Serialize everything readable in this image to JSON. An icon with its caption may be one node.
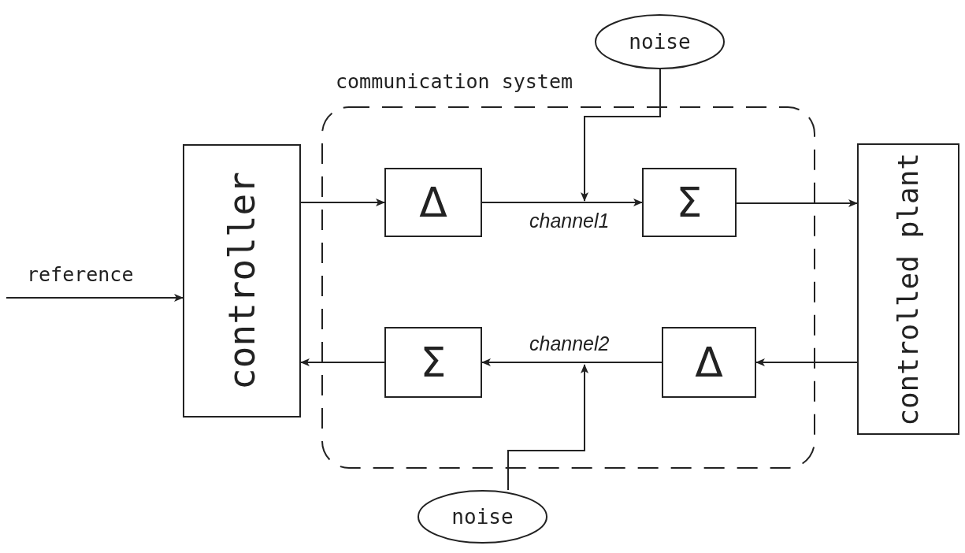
{
  "diagram": {
    "nodes": [
      {
        "text": [
          "communication system"
        ]
      },
      {
        "text": [
          "controller"
        ]
      },
      {
        "text": [
          "Δ"
        ],
        "in": 0
      },
      {
        "text": [
          "Σ"
        ],
        "in": 0
      },
      {
        "text": [
          "controlled plant"
        ]
      },
      {
        "text": [
          "Δ"
        ],
        "in": 0
      },
      {
        "text": [
          "Σ"
        ],
        "in": 0
      },
      {
        "text": [
          "noise"
        ]
      },
      {
        "text": [
          "noise"
        ]
      }
    ],
    "edges": [
      {
        "from": null,
        "to": 1,
        "arrow": "to",
        "label": "reference"
      },
      {
        "from": 1,
        "to": 2,
        "arrow": "to"
      },
      {
        "from": 2,
        "to": 3,
        "arrow": "to",
        "label": "channel1"
      },
      {
        "from": 7,
        "to": null,
        "arrow": "to"
      },
      {
        "from": 3,
        "to": 4,
        "arrow": "to"
      },
      {
        "from": 4,
        "to": 5,
        "arrow": "to"
      },
      {
        "from": 5,
        "to": 6,
        "arrow": "to",
        "label": "channel2"
      },
      {
        "from": 8,
        "to": null,
        "arrow": "to"
      },
      {
        "from": 6,
        "to": 1,
        "arrow": "to"
      }
    ]
  }
}
